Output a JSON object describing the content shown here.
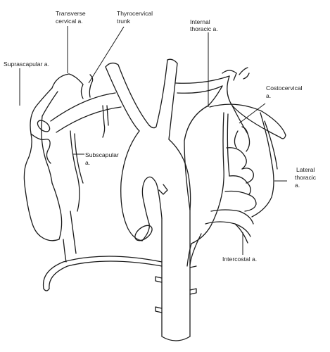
{
  "labels": {
    "transverse_cervical": [
      "Transverse",
      "cervical a."
    ],
    "thyrocervical": [
      "Thyrocervical",
      "trunk"
    ],
    "internal_thoracic": [
      "Internal",
      "thoracic a."
    ],
    "suprascapular": [
      "Suprascapular a."
    ],
    "costocervical": [
      "Costocervical",
      "a."
    ],
    "subscapular": [
      "Subscapular",
      "a."
    ],
    "lateral_thoracic": [
      "Lateral",
      "thoracic",
      "a."
    ],
    "intercostal": [
      "Intercostal a."
    ]
  },
  "colors": {
    "line": "#1a1a1a",
    "background": "#ffffff"
  }
}
